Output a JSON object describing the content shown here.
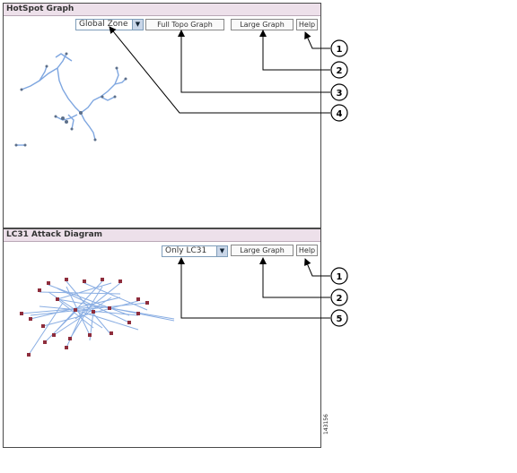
{
  "hotspot": {
    "title": "HotSpot Graph",
    "zone_select": {
      "value": "Global Zone"
    },
    "full_topo_button": "Full Topo Graph",
    "large_graph_button": "Large Graph",
    "help_button": "Help"
  },
  "attack": {
    "title": "LC31 Attack Diagram",
    "filter_select": {
      "value": "Only LC31"
    },
    "large_graph_button": "Large Graph",
    "help_button": "Help"
  },
  "callouts": {
    "top": [
      "1",
      "2",
      "3",
      "4"
    ],
    "bottom": [
      "1",
      "2",
      "5"
    ]
  },
  "figure_id": "143156",
  "colors": {
    "header_bg": "#ede0ea",
    "graph_edge": "#7ea6e0",
    "graph_node": "#8e2d3c"
  }
}
